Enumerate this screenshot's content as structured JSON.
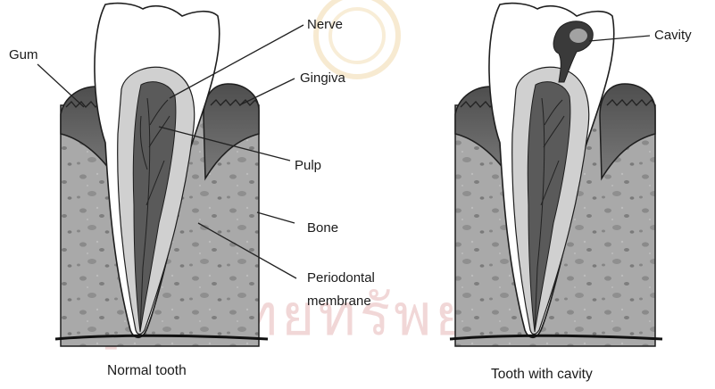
{
  "watermark_text": "ศูนย์วิทยทรัพยากร",
  "normal_tooth": {
    "caption": "Normal tooth",
    "labels": {
      "gum": "Gum",
      "nerve": "Nerve",
      "gingiva": "Gingiva",
      "pulp": "Pulp",
      "bone": "Bone",
      "periodontal_line1": "Periodontal",
      "periodontal_line2": "membrane"
    }
  },
  "cavity_tooth": {
    "caption": "Tooth with cavity",
    "labels": {
      "cavity": "Cavity"
    }
  },
  "colors": {
    "bone": "#a9a9a9",
    "bone_spots": "#858585",
    "gum": "#6f6f6f",
    "gum_dark": "#4a4a4a",
    "enamel": "#ffffff",
    "dentin": "#cfcfcf",
    "pulp": "#5a5a5a",
    "decay": "#3a3a3a",
    "outline": "#1e1e1e",
    "watermark": "#e6b8b8"
  }
}
